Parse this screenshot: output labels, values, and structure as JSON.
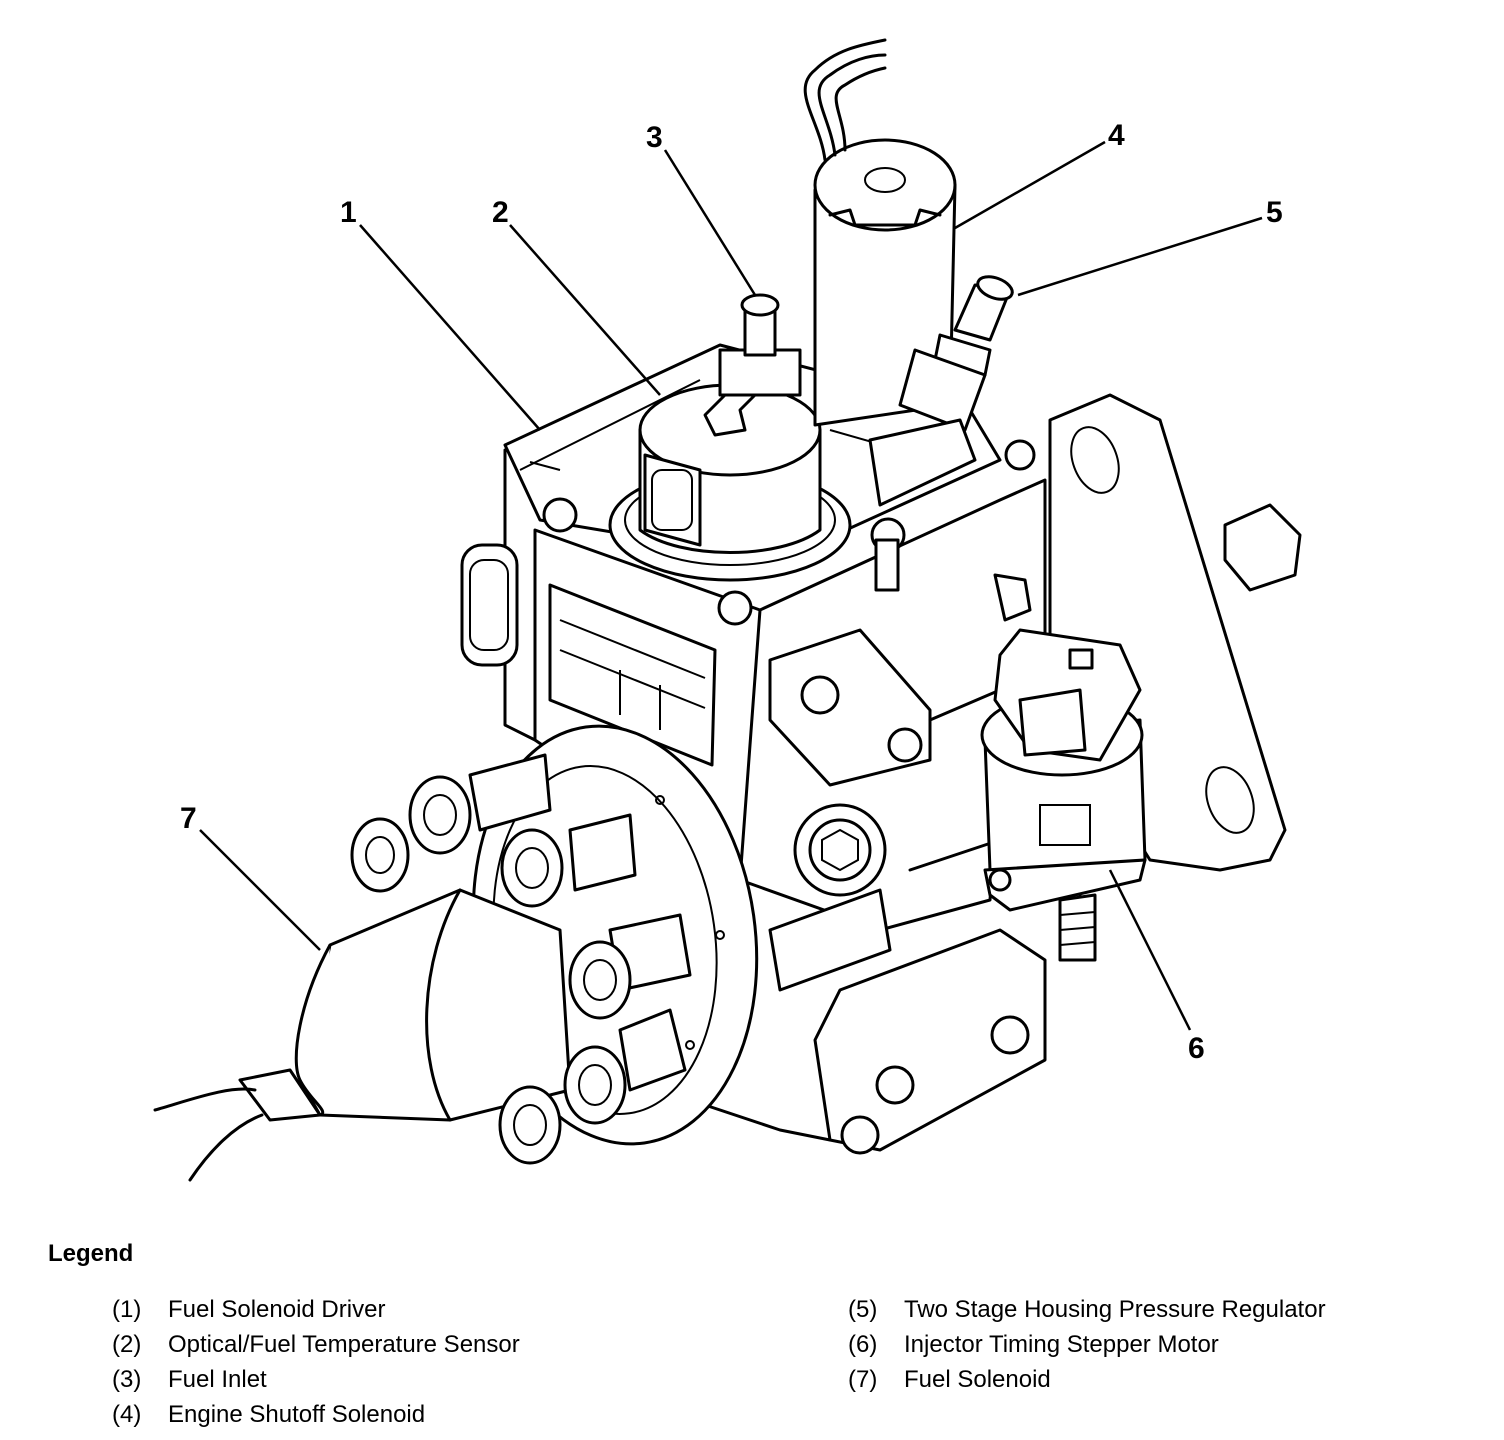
{
  "diagram": {
    "callouts": [
      "1",
      "2",
      "3",
      "4",
      "5",
      "6",
      "7"
    ]
  },
  "legend": {
    "title": "Legend",
    "items": [
      {
        "number": "(1)",
        "label": "Fuel Solenoid Driver"
      },
      {
        "number": "(2)",
        "label": "Optical/Fuel Temperature Sensor"
      },
      {
        "number": "(3)",
        "label": "Fuel Inlet"
      },
      {
        "number": "(4)",
        "label": "Engine Shutoff Solenoid"
      },
      {
        "number": "(5)",
        "label": "Two Stage Housing Pressure Regulator"
      },
      {
        "number": "(6)",
        "label": "Injector Timing Stepper Motor"
      },
      {
        "number": "(7)",
        "label": "Fuel Solenoid"
      }
    ]
  }
}
